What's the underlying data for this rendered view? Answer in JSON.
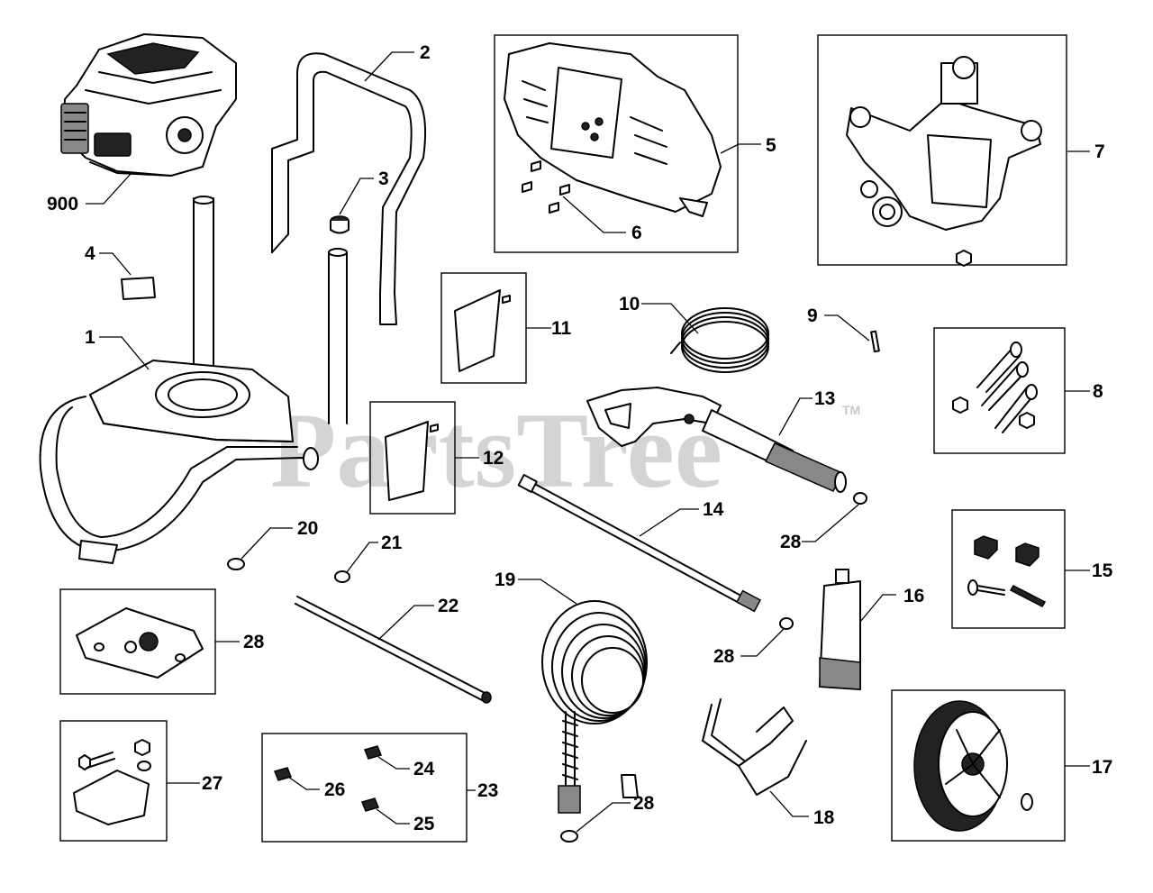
{
  "watermark": {
    "text": "PartsTree",
    "trademark": "TM"
  },
  "callouts": {
    "c900": "900",
    "c1": "1",
    "c2": "2",
    "c3": "3",
    "c4": "4",
    "c5": "5",
    "c6": "6",
    "c7": "7",
    "c8": "8",
    "c9": "9",
    "c10": "10",
    "c11": "11",
    "c12": "12",
    "c13": "13",
    "c14": "14",
    "c15": "15",
    "c16": "16",
    "c17": "17",
    "c18": "18",
    "c19": "19",
    "c20": "20",
    "c21": "21",
    "c22": "22",
    "c23": "23",
    "c24": "24",
    "c25": "25",
    "c26": "26",
    "c27": "27",
    "c28a": "28",
    "c28b": "28",
    "c28c": "28",
    "c28d": "28"
  }
}
